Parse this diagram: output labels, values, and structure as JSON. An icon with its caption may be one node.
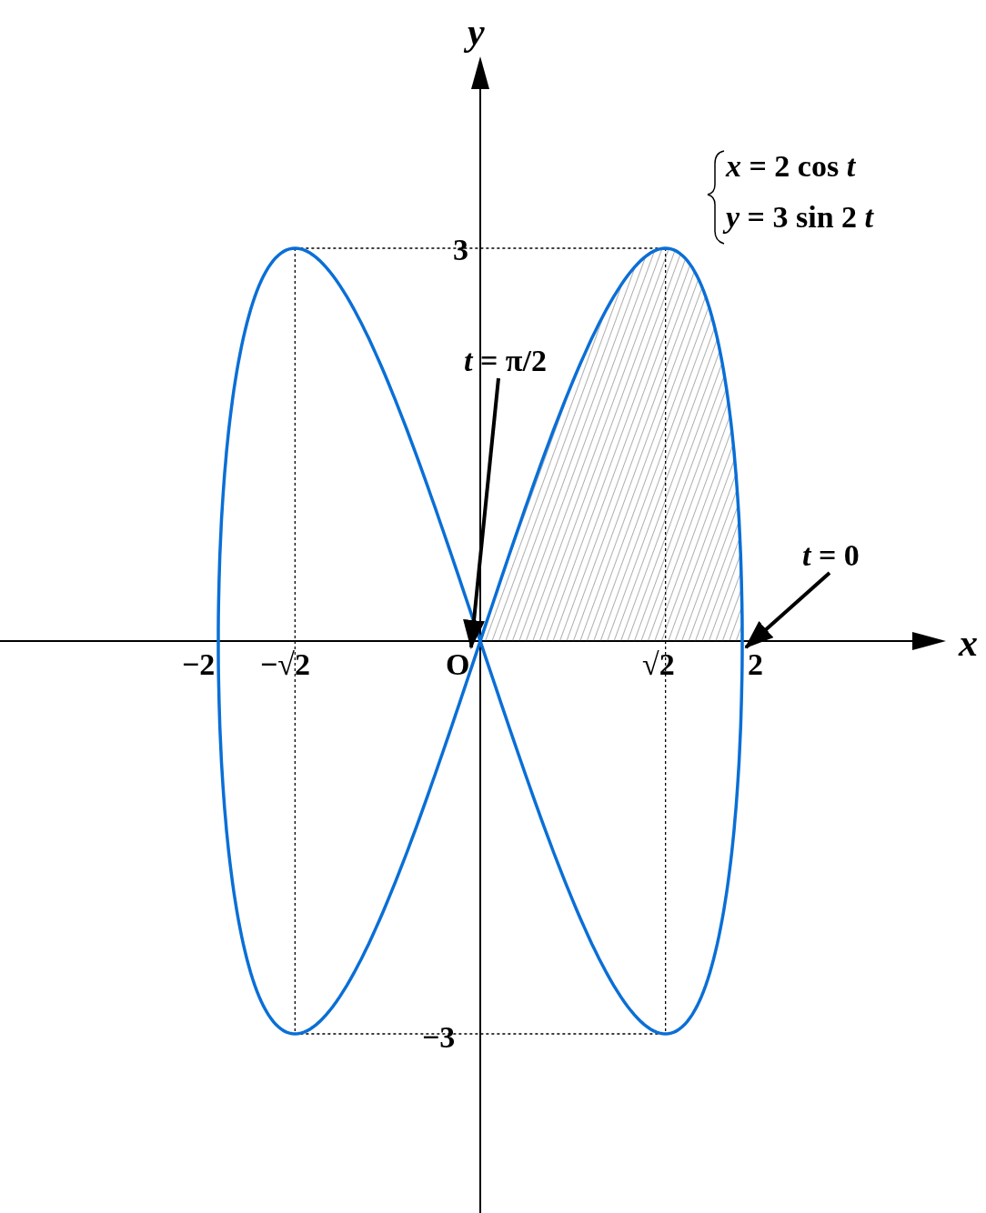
{
  "diagram": {
    "nodes": [
      {
        "text": [
          "*t* = π/2"
        ]
      },
      {
        "text": [
          "*t* = 0"
        ]
      },
      {
        "text": [
          "O"
        ]
      },
      {
        "text": [
          "2"
        ]
      }
    ],
    "edges": [
      {
        "from": 0,
        "to": 2,
        "arrow": "to"
      },
      {
        "from": 1,
        "to": 3,
        "arrow": "to"
      }
    ],
    "labels": [
      "y",
      "*x* = 2 cos *t*",
      "*y* = 3 sin 2 *t*",
      "3",
      "x",
      "−2",
      "−√2",
      "√2",
      "−3"
    ]
  }
}
